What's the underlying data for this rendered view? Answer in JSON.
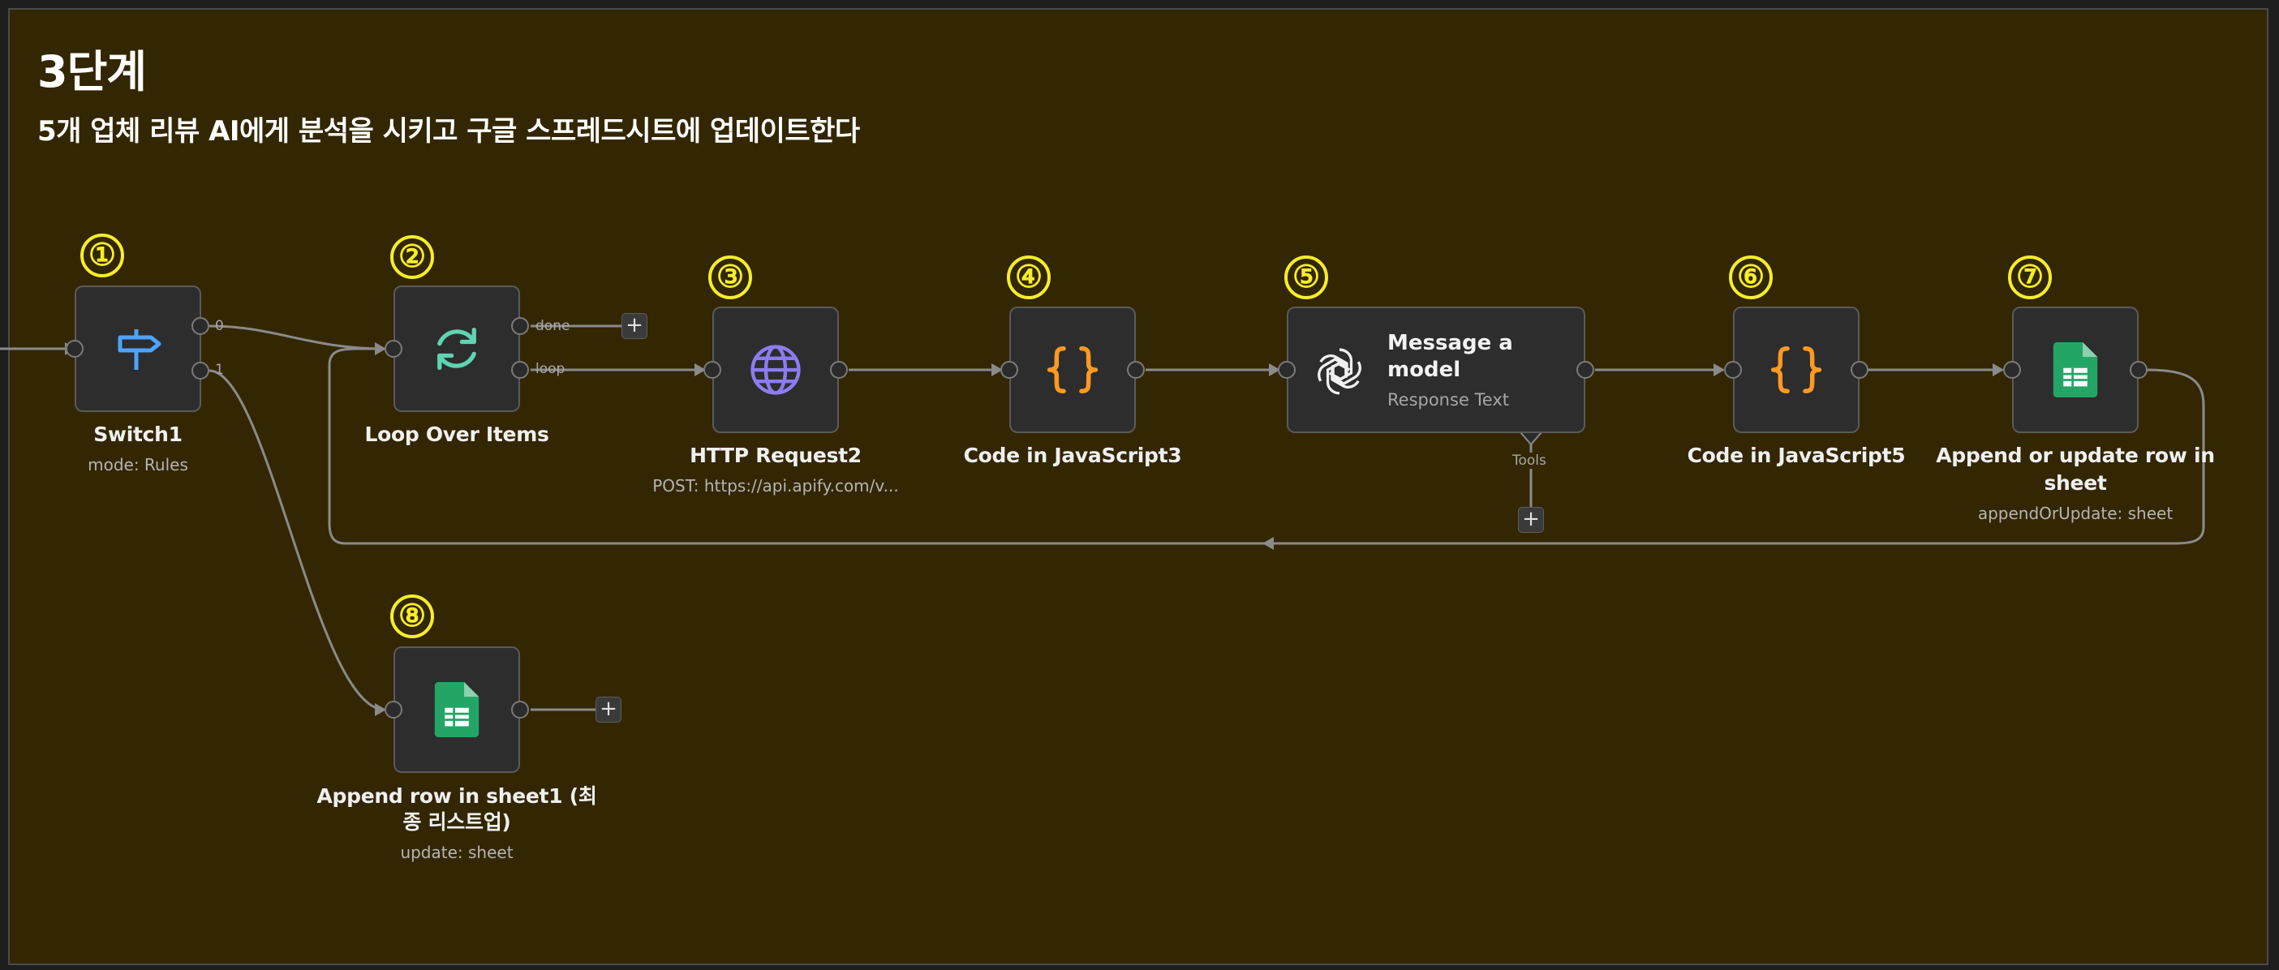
{
  "sticky": {
    "title": "3단계",
    "subtitle": "5개 업체 리뷰 AI에게 분석을 시키고 구글 스프레드시트에 업데이트한다"
  },
  "badges": [
    "①",
    "②",
    "③",
    "④",
    "⑤",
    "⑥",
    "⑦",
    "⑧"
  ],
  "nodes": {
    "switch": {
      "label": "Switch1",
      "sub": "mode: Rules",
      "icon": "signpost-icon",
      "outputs": [
        "0",
        "1"
      ]
    },
    "loop": {
      "label": "Loop Over Items",
      "icon": "loop-arrows-icon",
      "outputs": [
        "done",
        "loop"
      ]
    },
    "http": {
      "label": "HTTP Request2",
      "sub": "POST: https://api.apify.com/v...",
      "icon": "globe-icon"
    },
    "code3": {
      "label": "Code in JavaScript3",
      "icon": "curly-braces-icon"
    },
    "model": {
      "title_line1": "Message a",
      "title_line2": "model",
      "sub": "Response Text",
      "icon": "openai-icon",
      "tools_label": "Tools"
    },
    "code5": {
      "label": "Code in JavaScript5",
      "icon": "curly-braces-icon"
    },
    "append_update": {
      "label_line1": "Append or update row in",
      "label_line2": "sheet",
      "sub": "appendOrUpdate: sheet",
      "icon": "google-sheets-icon"
    },
    "append_row": {
      "label_line1": "Append row in sheet1 (최",
      "label_line2": "종 리스트업)",
      "sub": "update: sheet",
      "icon": "google-sheets-icon"
    }
  },
  "plus_symbol": "+",
  "colors": {
    "sticky_bg": "#332602",
    "badge": "#f5ee2a",
    "switch_icon": "#4da3ff",
    "loop_icon": "#5fd4b2",
    "globe_icon": "#8c7cf0",
    "code_icon": "#ff9922",
    "sheets_icon": "#23a566"
  }
}
